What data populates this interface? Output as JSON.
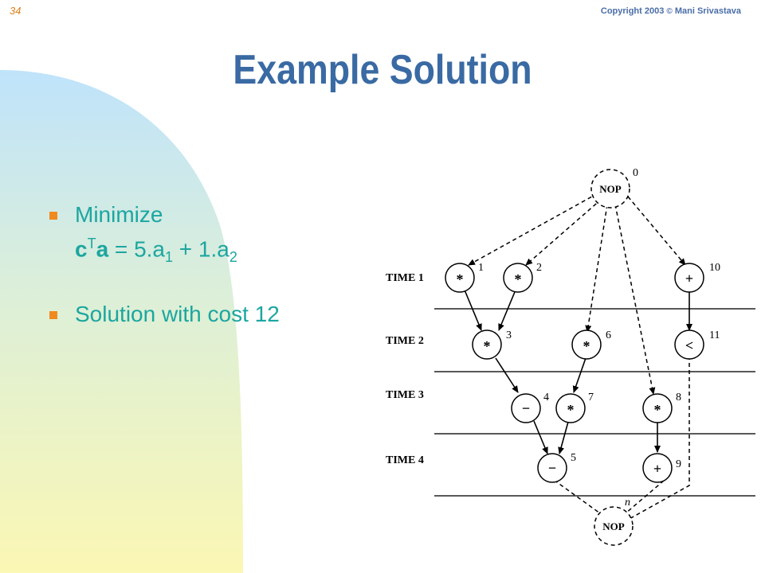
{
  "slide_number": "34",
  "copyright": {
    "prefix": "Copyright 2003",
    "symbol": "©",
    "author": "Mani Srivastava"
  },
  "title": "Example Solution",
  "bullets": {
    "minimize": {
      "line1": "Minimize",
      "c": "c",
      "sup_t": "T",
      "a": "a",
      "eq": " = 5.a",
      "sub1": "1",
      "plus": " + 1.a",
      "sub2": "2"
    },
    "solution": "Solution with cost 12"
  },
  "diagram": {
    "time_labels": [
      "TIME 1",
      "TIME 2",
      "TIME 3",
      "TIME 4"
    ],
    "nodes": [
      {
        "id": "0",
        "op": "NOP"
      },
      {
        "id": "1",
        "op": "*"
      },
      {
        "id": "2",
        "op": "*"
      },
      {
        "id": "10",
        "op": "+"
      },
      {
        "id": "3",
        "op": "*"
      },
      {
        "id": "6",
        "op": "*"
      },
      {
        "id": "11",
        "op": "<"
      },
      {
        "id": "4",
        "op": "−"
      },
      {
        "id": "7",
        "op": "*"
      },
      {
        "id": "8",
        "op": "*"
      },
      {
        "id": "5",
        "op": "−"
      },
      {
        "id": "9",
        "op": "+"
      },
      {
        "id": "n",
        "op": "NOP"
      }
    ]
  }
}
